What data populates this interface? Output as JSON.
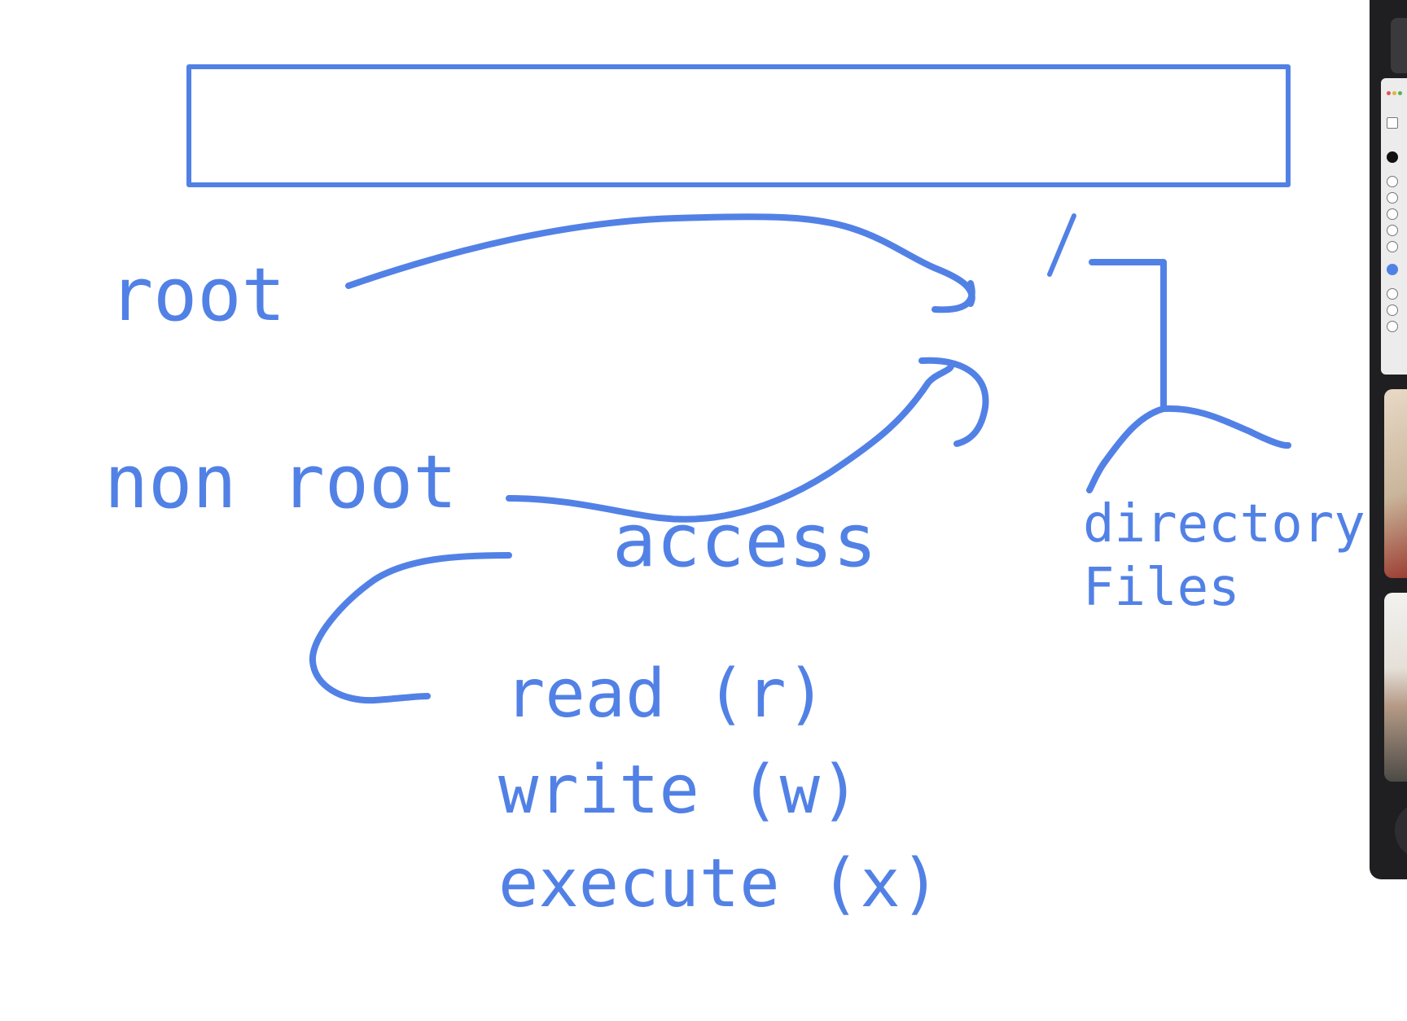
{
  "whiteboard": {
    "ink_color": "#5281e6",
    "labels": {
      "root": "root",
      "non_root": "non root",
      "access": "access",
      "slash": "/",
      "directory": "directory",
      "files": "Files",
      "read": "read (r)",
      "write": "write (w)",
      "execute": "execute (x)"
    }
  },
  "side_panel": {
    "background": "#1f1f21",
    "icons": [
      "menu-icon",
      "add-icon",
      "pen-icon",
      "pencil-icon",
      "text-icon",
      "shape-icon",
      "lasso-icon",
      "color-dot",
      "zoom-icon",
      "undo-icon",
      "trash-icon"
    ]
  }
}
